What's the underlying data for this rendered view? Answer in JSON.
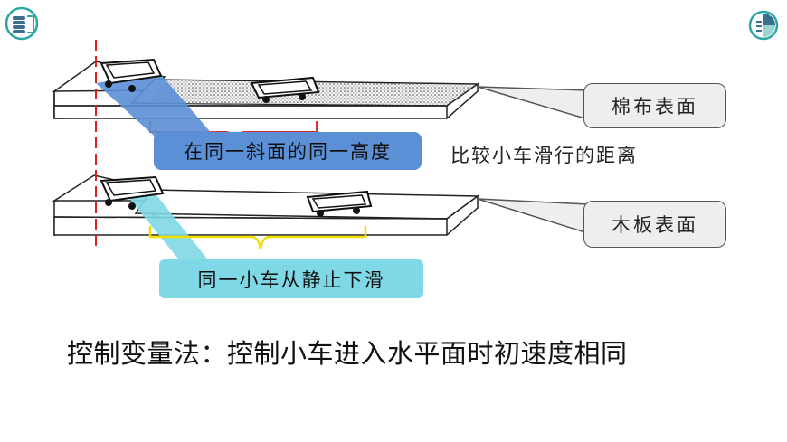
{
  "labels": {
    "cotton_surface": "棉布表面",
    "wood_surface": "木板表面",
    "same_height": "在同一斜面的同一高度",
    "compare_distance": "比较小车滑行的距离",
    "same_cart": "同一小车从静止下滑",
    "conclusion": "控制变量法：控制小车进入水平面时初速度相同"
  },
  "colors": {
    "blue_bubble": "#5b8fd6",
    "cyan_bubble": "#7fd8e6",
    "red_brace": "#e03030",
    "yellow_brace": "#f0e000",
    "callout_fill": "#eeeeee",
    "ref_line": "#e02020"
  },
  "icons": {
    "top_left": "coin-stack-icon",
    "top_right": "pie-chart-icon"
  }
}
